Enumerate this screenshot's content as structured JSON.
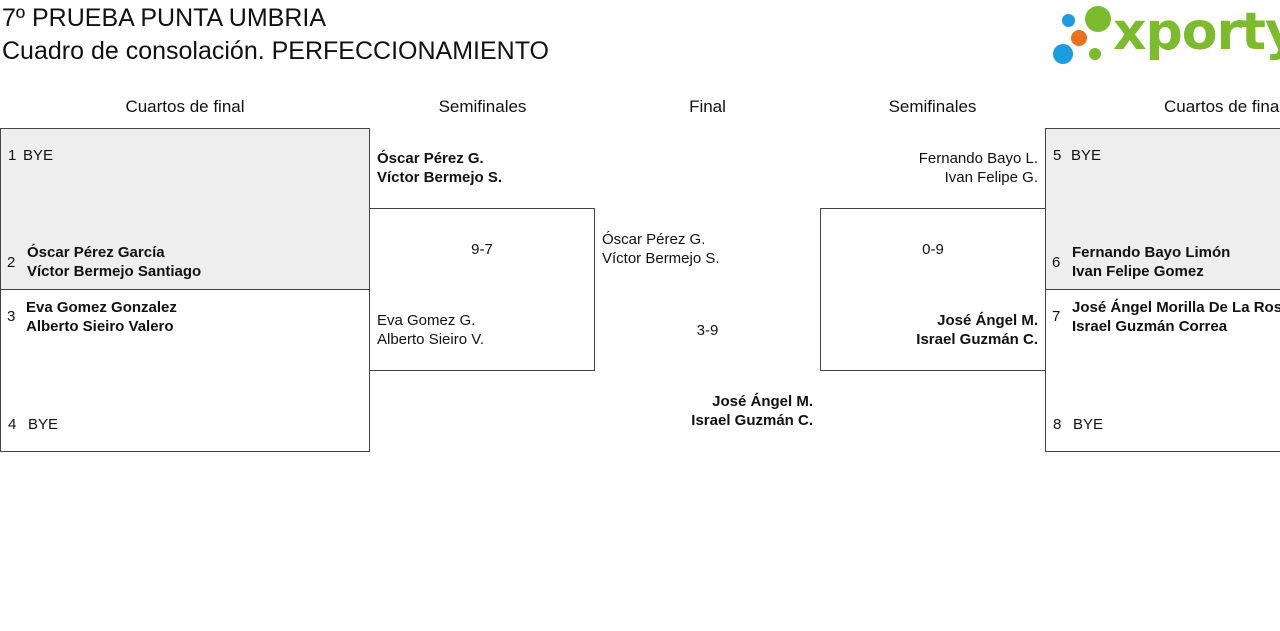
{
  "header": {
    "title": "7º PRUEBA PUNTA UMBRIA",
    "subtitle": "Cuadro de consolación. PERFECCIONAMIENTO",
    "logo_text": "xporty",
    "logo_color": "#7cba2e",
    "logo_dot_colors": [
      "#1b9ee0",
      "#e8721d",
      "#7cba2e"
    ]
  },
  "columns": [
    "Cuartos de final",
    "Semifinales",
    "Final",
    "Semifinales",
    "Cuartos de final"
  ],
  "left_qf": [
    {
      "seed": "1",
      "players": [
        "BYE"
      ],
      "bold": false
    },
    {
      "seed": "2",
      "players": [
        "Óscar Pérez García",
        "Víctor Bermejo Santiago"
      ],
      "bold": true
    },
    {
      "seed": "3",
      "players": [
        "Eva Gomez Gonzalez",
        "Alberto Sieiro Valero"
      ],
      "bold": true
    },
    {
      "seed": "4",
      "players": [
        "BYE"
      ],
      "bold": false
    }
  ],
  "left_sf": {
    "top": [
      "Óscar Pérez G.",
      "Víctor Bermejo S."
    ],
    "score": "9-7",
    "bottom": [
      "Eva Gomez G.",
      "Alberto Sieiro V."
    ]
  },
  "final": {
    "top": [
      "Óscar Pérez G.",
      "Víctor Bermejo S."
    ],
    "score": "3-9",
    "bottom": [
      "José Ángel M.",
      "Israel Guzmán C."
    ]
  },
  "right_sf": {
    "top": [
      "Fernando Bayo L.",
      "Ivan Felipe G."
    ],
    "score": "0-9",
    "bottom": [
      "José Ángel M.",
      "Israel Guzmán C."
    ]
  },
  "right_qf": [
    {
      "seed": "5",
      "players": [
        "BYE"
      ],
      "bold": false
    },
    {
      "seed": "6",
      "players": [
        "Fernando Bayo Limón",
        "Ivan Felipe Gomez"
      ],
      "bold": true
    },
    {
      "seed": "7",
      "players": [
        "José Ángel Morilla De La Rosa",
        "Israel Guzmán Correa"
      ],
      "bold": true
    },
    {
      "seed": "8",
      "players": [
        "BYE"
      ],
      "bold": false
    }
  ]
}
